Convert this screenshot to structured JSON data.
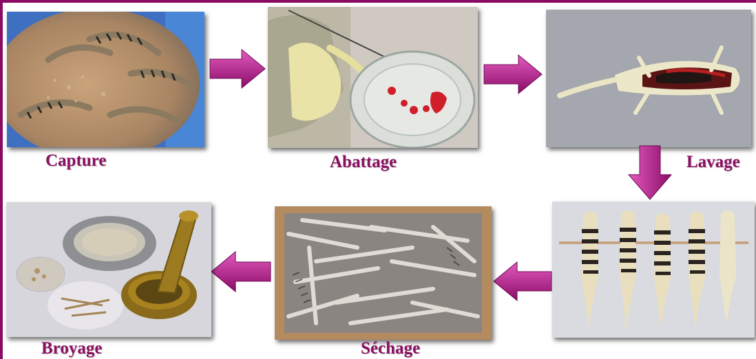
{
  "steps": [
    {
      "id": "capture",
      "label": "Capture"
    },
    {
      "id": "abattage",
      "label": "Abattage"
    },
    {
      "id": "lavage",
      "label": "Lavage"
    },
    {
      "id": "sechage",
      "label": "Séchage"
    },
    {
      "id": "broyage",
      "label": "Broyage"
    }
  ],
  "colors": {
    "border": "#8a0a64",
    "label": "#8b0f62",
    "arrow_light": "#e35bbf",
    "arrow_dark": "#8a0c67"
  },
  "icons": {
    "arrow_right": "arrow-right-icon",
    "arrow_down": "arrow-down-icon",
    "arrow_left": "arrow-left-icon"
  }
}
